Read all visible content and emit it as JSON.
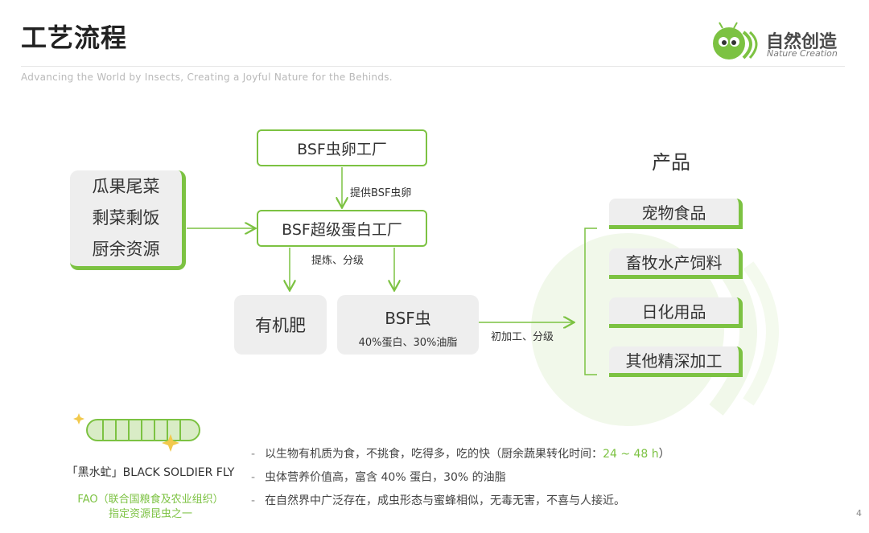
{
  "header": {
    "title": "工艺流程",
    "subtitle": "Advancing the World by Insects, Creating a Joyful Nature for the Behinds.",
    "logo_cn": "自然创造",
    "logo_en": "Nature Creation"
  },
  "diagram": {
    "source_lines": [
      "瓜果尾菜",
      "剩菜剩饭",
      "厨余资源"
    ],
    "egg_factory": "BSF虫卵工厂",
    "egg_supply_label": "提供BSF虫卵",
    "protein_factory": "BSF超级蛋白工厂",
    "refine_label": "提炼、分级",
    "fertilizer": "有机肥",
    "insect_title": "BSF虫",
    "insect_detail": "40%蛋白、30%油脂",
    "process_label": "初加工、分级",
    "products_title": "产品",
    "products": [
      "宠物食品",
      "畜牧水产饲料",
      "日化用品",
      "其他精深加工"
    ]
  },
  "info": {
    "bsf_label": "「黑水虻」BLACK SOLDIER FLY",
    "fao_line1": "FAO（联合国粮食及农业组织）",
    "fao_line2": "指定资源昆虫之一",
    "bullet1_pre": "以生物有机质为食，不挑食，吃得多，吃的快（厨余蔬果转化时间：",
    "bullet1_hl": "24 ~ 48 h",
    "bullet1_post": "）",
    "bullet2": "虫体营养价值高，富含 40% 蛋白，30% 的油脂",
    "bullet3": "在自然界中广泛存在，成虫形态与蜜蜂相似，无毒无害，不喜与人接近。",
    "dash": "-"
  },
  "page_number": "4",
  "colors": {
    "accent": "#7cc242",
    "box_grey": "#eeeeee"
  }
}
